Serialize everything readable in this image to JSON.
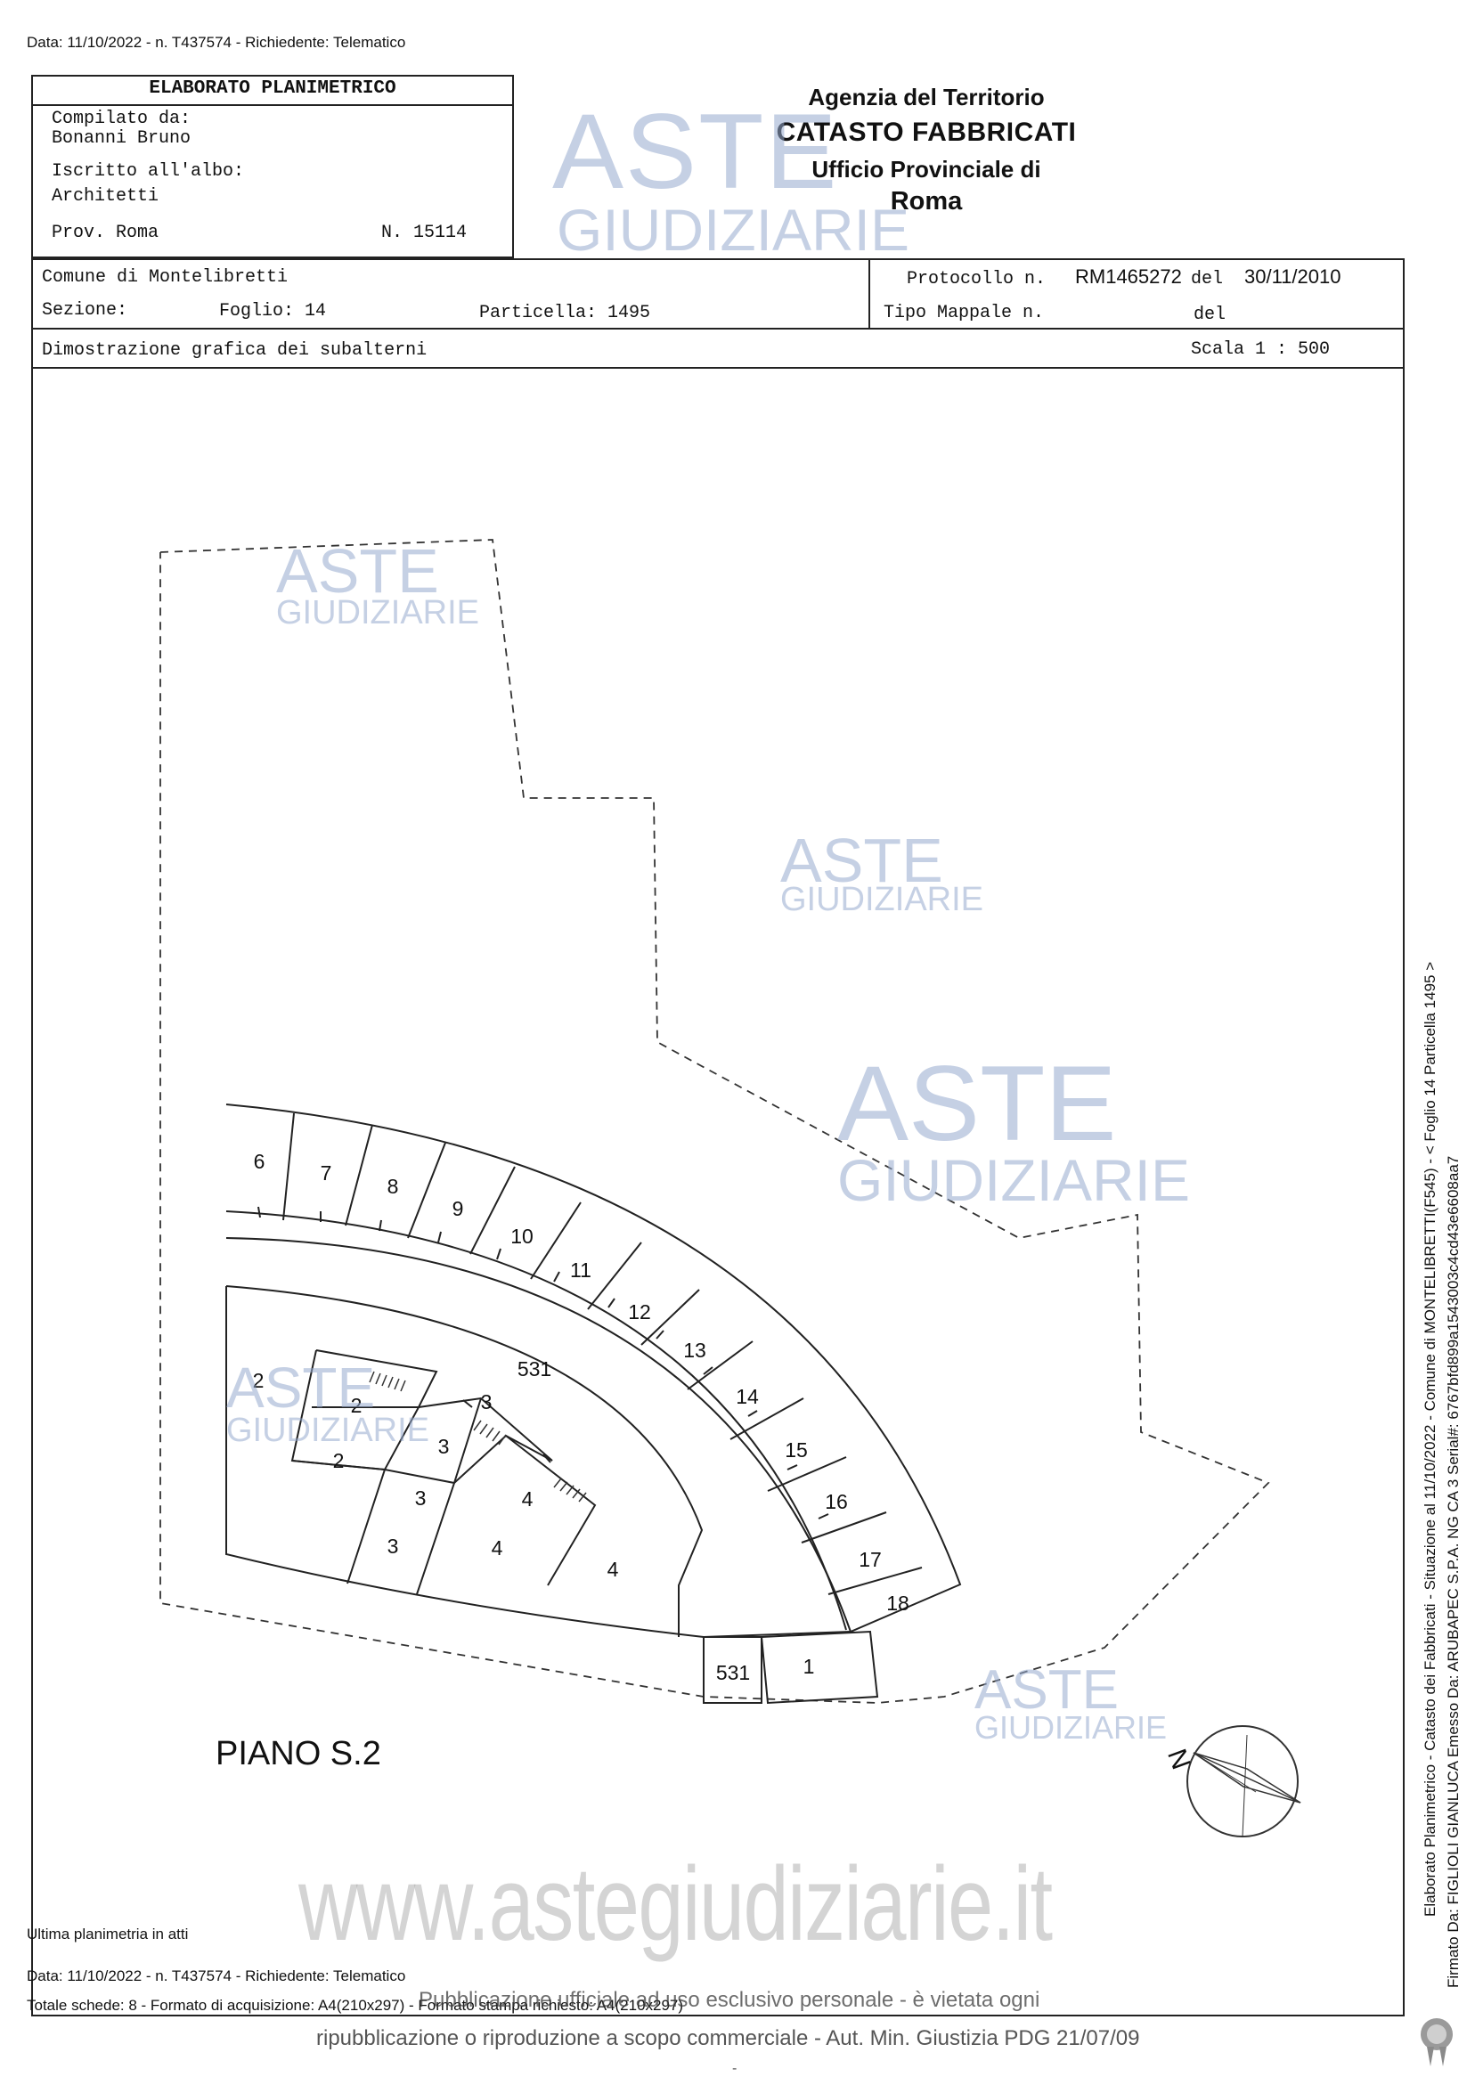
{
  "header_line": "Data: 11/10/2022 - n. T437574 - Richiedente: Telematico",
  "elaborato": {
    "title": "ELABORATO PLANIMETRICO",
    "compilato_label": "Compilato da:",
    "compilato_name": "Bonanni Bruno",
    "iscritto_label": "Iscritto all'albo:",
    "iscritto_value": "Architetti",
    "prov": "Prov. Roma",
    "numero": "N. 15114"
  },
  "agency": {
    "line1": "Agenzia del Territorio",
    "line2": "CATASTO FABBRICATI",
    "line3": "Ufficio Provinciale di",
    "line4": "Roma"
  },
  "info": {
    "comune": "Comune di Montelibretti",
    "sezione": "Sezione:",
    "foglio": "Foglio: 14",
    "particella": "Particella: 1495",
    "protocollo_label": "Protocollo n.",
    "protocollo_value": "RM1465272",
    "del1": "del",
    "data": "30/11/2010",
    "tipo_mappale": "Tipo Mappale n.",
    "del2": "del",
    "dimostrazione": "Dimostrazione grafica dei subalterni",
    "scala": "Scala 1 : 500"
  },
  "plan": {
    "floor_label": "PIANO S.2",
    "north": "N",
    "units": [
      "6",
      "7",
      "8",
      "9",
      "10",
      "11",
      "12",
      "13",
      "14",
      "15",
      "16",
      "17",
      "18",
      "1",
      "531",
      "531",
      "2",
      "2",
      "2",
      "3",
      "3",
      "3",
      "3",
      "4",
      "4",
      "4"
    ]
  },
  "watermark": {
    "aste": "ASTE",
    "giudiziarie": "GIUDIZIARIE",
    "site": "www.astegiudiziarie.it"
  },
  "footer": {
    "ultima": "Ultima planimetria in atti",
    "data_line": "Data: 11/10/2022 - n. T437574 - Richiedente: Telematico",
    "totale": "Totale schede: 8 - Formato di acquisizione: A4(210x297) - Formato stampa richiesto: A4(210x297)",
    "overlay1": "Pubblicazione ufficiale ad uso esclusivo personale - è vietata ogni",
    "overlay2": "ripubblicazione o riproduzione a scopo commerciale - Aut. Min. Giustizia PDG 21/07/09",
    "dash": "-"
  },
  "side": {
    "line1": "Elaborato Planimetrico - Catasto dei Fabbricati - Situazione al 11/10/2022 - Comune di MONTELIBRETTI(F545) - < Foglio 14 Particella 1495 >",
    "line2": "Firmato Da: FIGLIOLI GIANLUCA Emesso Da: ARUBAPEC S.P.A. NG CA 3 Serial#: 6767bfd899a1543003c4cd43e6608aa7"
  }
}
